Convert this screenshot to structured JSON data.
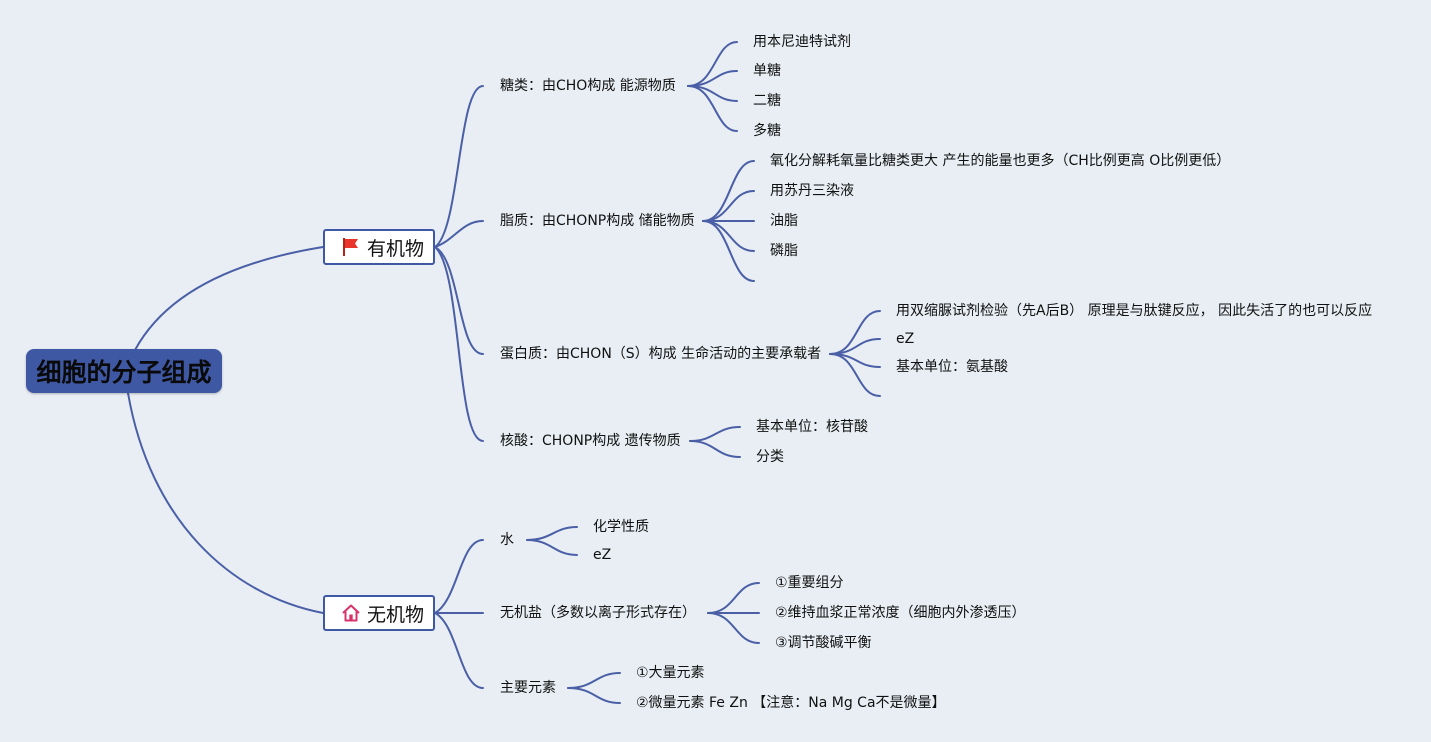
{
  "root": {
    "label": "细胞的分子组成"
  },
  "organic": {
    "label": "有机物",
    "icon": "red-flag-icon",
    "sugar": {
      "label": "糖类：由CHO构成 能源物质",
      "items": [
        "用本尼迪特试剂",
        "单糖",
        "二糖",
        "多糖"
      ]
    },
    "lipid": {
      "label": "脂质：由CHONP构成 储能物质",
      "items": [
        "氧化分解耗氧量比糖类更大 产生的能量也更多（CH比例更高 O比例更低）",
        "用苏丹三染液",
        "油脂",
        "磷脂",
        ""
      ]
    },
    "protein": {
      "label": "蛋白质：由CHON（S）构成 生命活动的主要承载者",
      "items": [
        "用双缩脲试剂检验（先A后B） 原理是与肽键反应， 因此失活了的也可以反应",
        "eZ",
        "基本单位：氨基酸",
        ""
      ]
    },
    "nucleic": {
      "label": "核酸：CHONP构成 遗传物质",
      "items": [
        "基本单位：核苷酸",
        "分类"
      ]
    }
  },
  "inorganic": {
    "label": "无机物",
    "icon": "house-icon",
    "water": {
      "label": "水",
      "items": [
        "化学性质",
        "eZ"
      ]
    },
    "salt": {
      "label": "无机盐（多数以离子形式存在）",
      "items": [
        "①重要组分",
        "②维持血浆正常浓度（细胞内外渗透压）",
        "③调节酸碱平衡"
      ]
    },
    "elements": {
      "label": "主要元素",
      "items": [
        "①大量元素",
        "②微量元素 Fe Zn 【注意：Na Mg Ca不是微量】"
      ]
    }
  },
  "colors": {
    "line": "#4a5fa6",
    "root_bg": "#3f58a4",
    "background": "#e8eef4",
    "flag": "#e8342a",
    "house": "#d8336a"
  }
}
